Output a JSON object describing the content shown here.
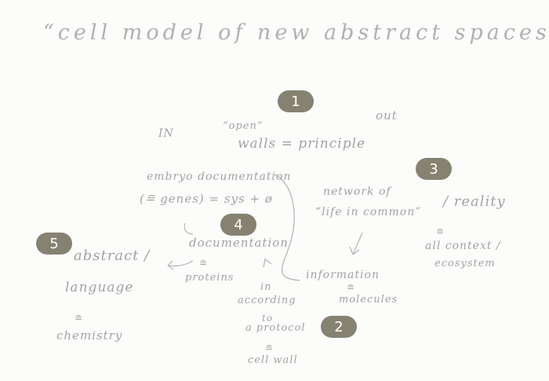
{
  "title": "“cell model of new abstract spaces”",
  "labels": {
    "in": "IN",
    "open": "“open”",
    "walls": "walls = principle",
    "out": "out",
    "embryo": "embryo documentation",
    "genes": "(≘ genes) = sys + ø",
    "documentation": "documentation",
    "proteins": "proteins",
    "network": "network of",
    "life": "“life in common”",
    "reality": "/ reality",
    "context": "all context /",
    "ecosystem": "ecosystem",
    "abstract": "abstract /",
    "language": "language",
    "chemistry": "chemistry",
    "information": "information",
    "molecules": "molecules",
    "in2": "in",
    "according": "according",
    "to": "to",
    "protocol": "a protocol",
    "cellwall": "cell wall",
    "eq": "≘"
  },
  "badges": [
    "1",
    "2",
    "3",
    "4",
    "5"
  ]
}
